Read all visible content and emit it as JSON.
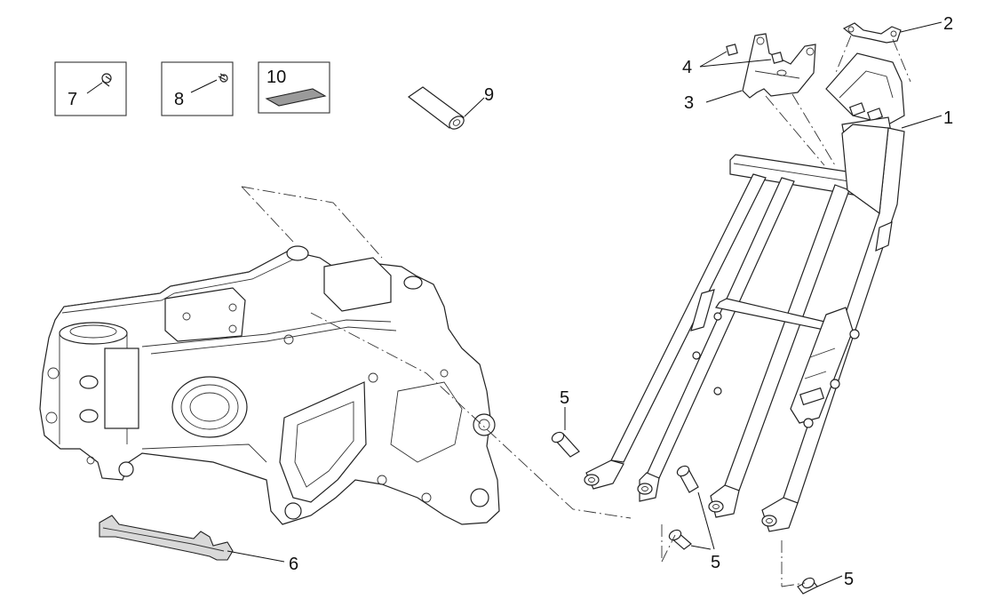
{
  "title": "Frame exploded parts diagram",
  "callouts": {
    "c1": "1",
    "c2": "2",
    "c3": "3",
    "c4": "4",
    "c5a": "5",
    "c5b": "5",
    "c5c": "5",
    "c6": "6",
    "c7": "7",
    "c8": "8",
    "c9": "9",
    "c10": "10"
  },
  "colors": {
    "line": "#222222",
    "shade": "#d9d9d9",
    "dark": "#9a9a9a",
    "background": "#ffffff"
  }
}
